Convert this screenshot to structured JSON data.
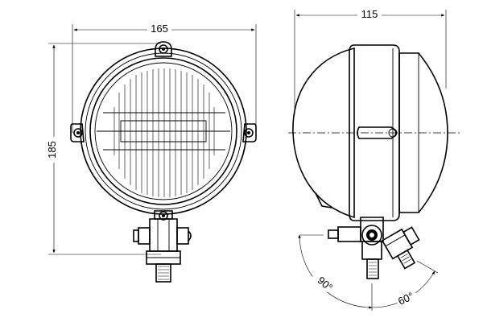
{
  "dimensions": {
    "front_width": "165",
    "front_height": "185",
    "side_depth": "115",
    "tilt_angle_rear": "90°",
    "tilt_angle_front": "60°"
  }
}
